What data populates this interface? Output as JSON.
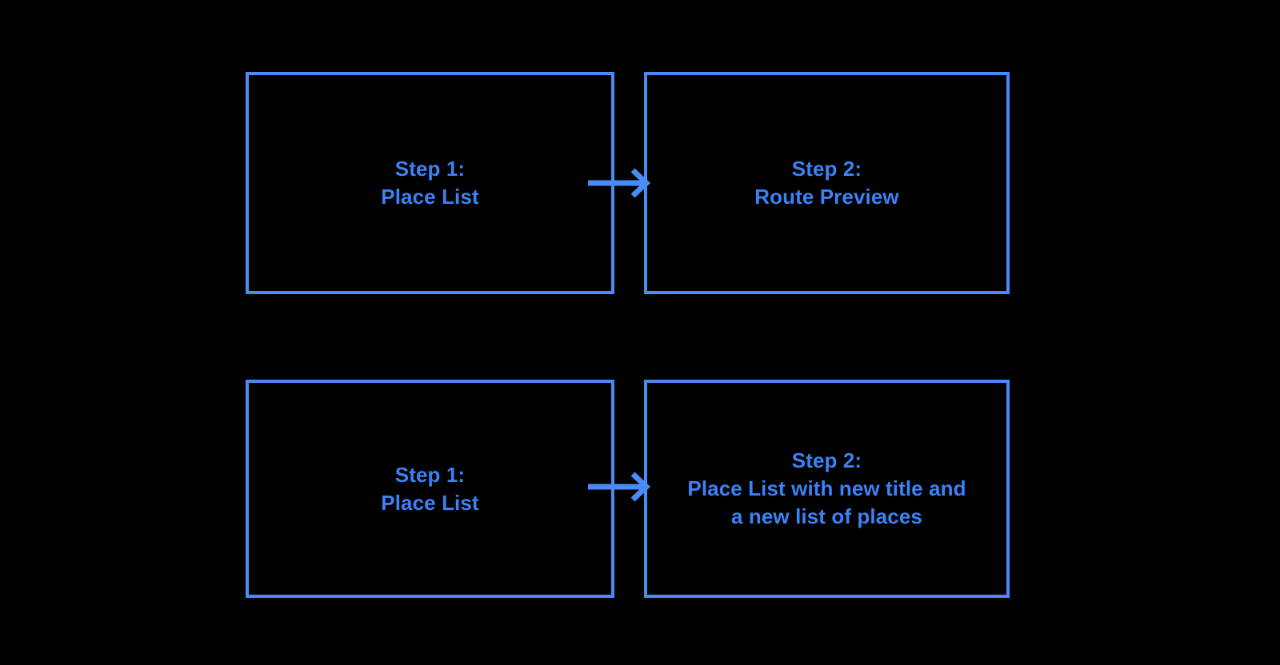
{
  "diagram": {
    "title": "Two user flows comparison",
    "background_color": "#000000",
    "border_color": "#4A8CF5",
    "text_color": "#3B82F6",
    "arrow_color": "#4A8CF5",
    "rows": [
      {
        "name": "route-preview-flow",
        "boxes": [
          {
            "id": "r1c1",
            "label": "Step 1:\nPlace List"
          },
          {
            "id": "r1c2",
            "label": "Step 2:\nRoute Preview"
          }
        ],
        "connector": {
          "type": "arrow-right",
          "icon": "arrow-right-icon"
        }
      },
      {
        "name": "edit-list-flow",
        "boxes": [
          {
            "id": "r2c1",
            "label": "Step 1:\nPlace List"
          },
          {
            "id": "r2c2",
            "label": "Step 2:\nPlace List with new title and\na new list of places"
          }
        ],
        "connector": {
          "type": "arrow-right",
          "icon": "arrow-right-icon"
        }
      }
    ]
  }
}
